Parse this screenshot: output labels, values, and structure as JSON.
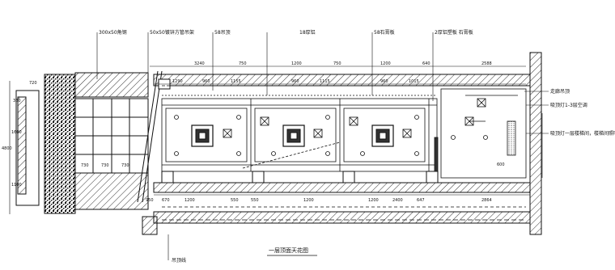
{
  "drawing": {
    "title": "一层顶面天花图",
    "callouts_top": [
      "300x50角钢",
      "50x50镀锌方管吊架",
      "58吊顶",
      "18厚铝",
      "58石膏板",
      "2厚铝塑板 石膏板"
    ],
    "callouts_right": [
      "走廊吊顶",
      "吸顶灯1-3层空调",
      "吸顶灯一层楼梯间，楼梯间照明"
    ],
    "callout_bottom": "吊顶线",
    "dims_top": [
      "3240",
      "750",
      "1200",
      "750",
      "1200",
      "640",
      "2588"
    ],
    "dims_mid": [
      "1290",
      "960",
      "1155",
      "960",
      "1115",
      "960",
      "1015"
    ],
    "dims_bottom": [
      "950",
      "670",
      "1200",
      "550",
      "550",
      "1200",
      "1200",
      "2400",
      "647",
      "2864"
    ],
    "dims_left": [
      "720",
      "380",
      "1600",
      "4800",
      "1100"
    ],
    "dims_left_bottom": [
      "730",
      "730",
      "730"
    ],
    "dims_right": [
      "600"
    ],
    "colors": {
      "line": "#111111",
      "hatch": "#333333",
      "stone": "#1a1a1a"
    }
  }
}
